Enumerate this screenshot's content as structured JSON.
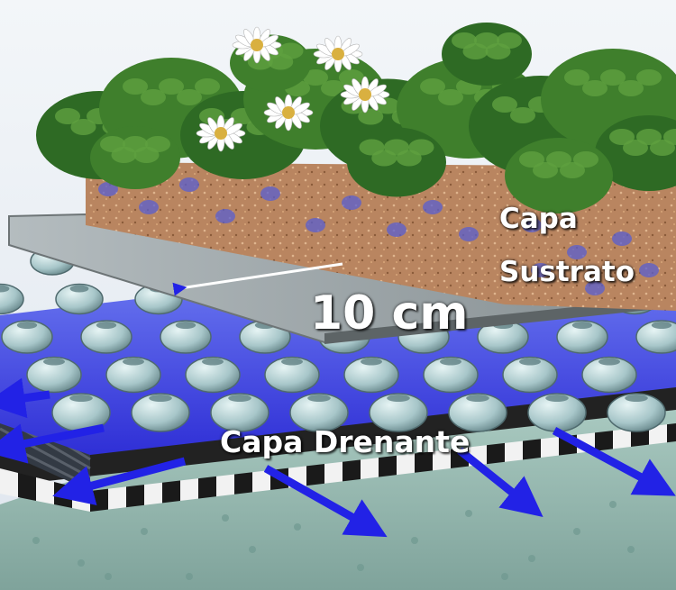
{
  "labels": {
    "substrate_line1": "Capa",
    "substrate_line2": "Sustrato",
    "thickness": "10 cm",
    "drainage": "Capa Drenante"
  },
  "colors": {
    "sky": "#e9eef4",
    "soil": "#b8825c",
    "soil_spots": "#5a5fd0",
    "filter_fabric": "#9aa3a5",
    "drainage_cups": "#a9c9cc",
    "water": "#3a3ae0",
    "concrete": "#8fb3ac",
    "arrows": "#2222e6",
    "foliage": "#3f7f2c",
    "flower_petals": "#ffffff",
    "flower_center": "#d9b040"
  }
}
